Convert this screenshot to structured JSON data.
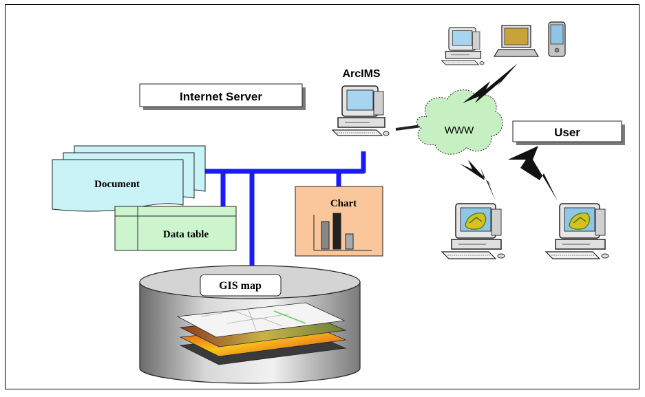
{
  "labels": {
    "internet_server": "Internet Server",
    "arcims": "ArcIMS",
    "www": "WWW",
    "user": "User",
    "document": "Document",
    "data_table": "Data table",
    "chart": "Chart",
    "gis_map": "GIS map"
  },
  "colors": {
    "network_line": "#1a1aff",
    "document_fill": "#c9f3f7",
    "data_table_fill": "#cdf5cd",
    "chart_fill": "#f9c79b",
    "cloud_fill": "#c6efc2",
    "monitor_screen": "#a8d4f0",
    "lightning": "#111111"
  },
  "icons": [
    "desktop-computer-icon",
    "laptop-icon",
    "pda-icon",
    "server-computer-icon",
    "lightning-icon",
    "cloud-icon",
    "database-cylinder-icon",
    "bar-chart-icon",
    "map-layers-icon"
  ]
}
